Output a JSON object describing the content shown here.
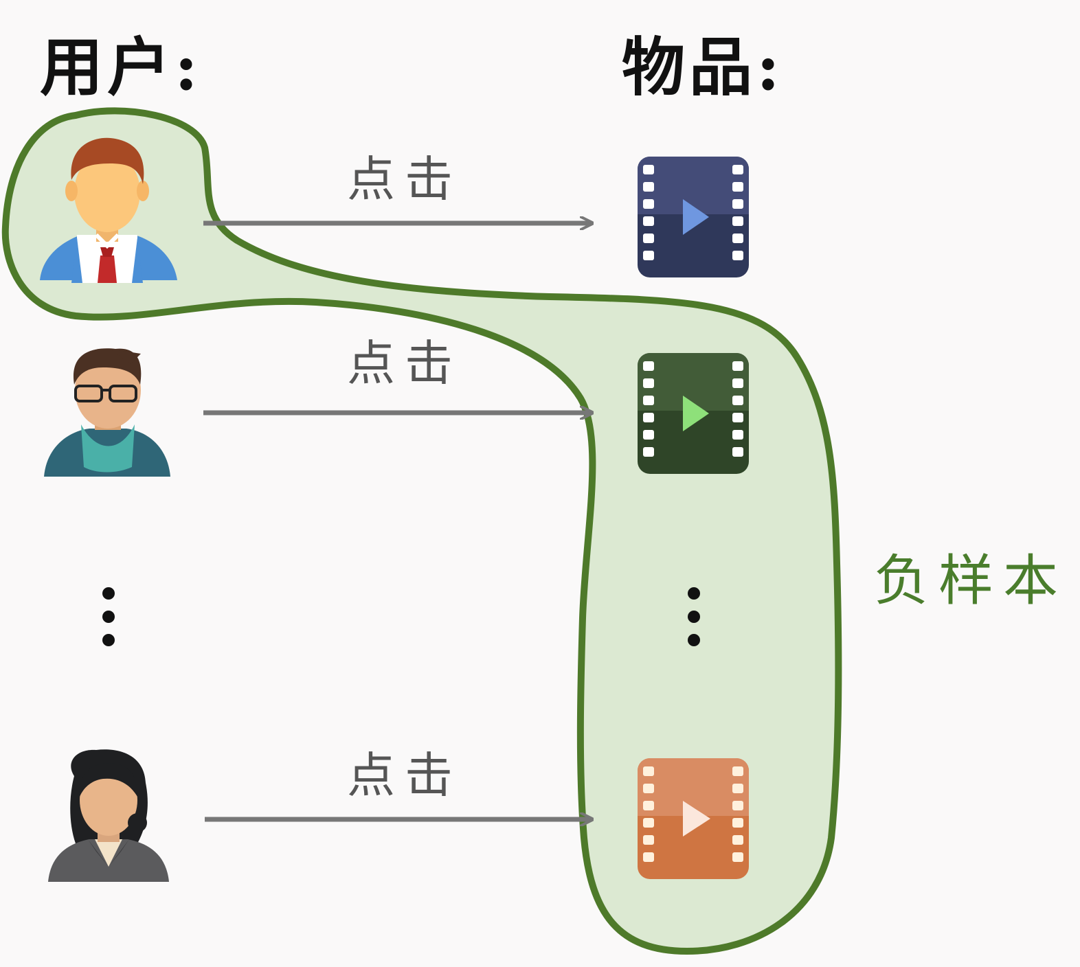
{
  "headers": {
    "users": "用户:",
    "items": "物品:"
  },
  "edges": [
    {
      "label": "点击"
    },
    {
      "label": "点击"
    },
    {
      "label": "点击"
    }
  ],
  "group": {
    "label": "负样本"
  },
  "colors": {
    "group_fill": "#dce9d2",
    "group_stroke": "#4e7a2a",
    "arrow": "#777777",
    "label_green": "#4a7d2c",
    "video_blue": "#3c466c",
    "video_green": "#3a5232",
    "video_orange": "#d47c4e"
  },
  "icons": {
    "users": [
      "businessman-icon",
      "man-with-glasses-icon",
      "woman-icon"
    ],
    "items": [
      "video-blue-icon",
      "video-green-icon",
      "video-orange-icon"
    ]
  }
}
